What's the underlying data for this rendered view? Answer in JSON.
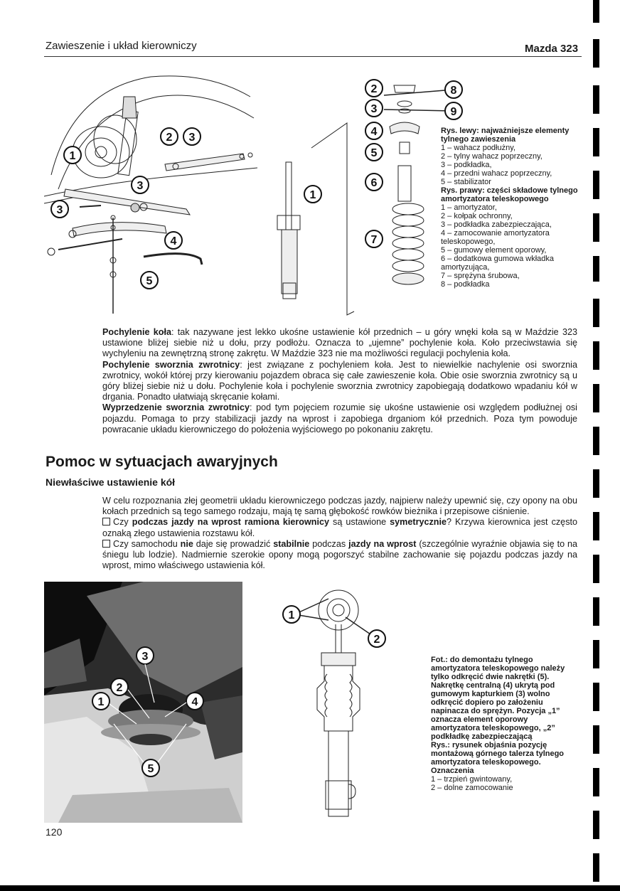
{
  "header": {
    "section": "Zawieszenie i układ kierowniczy",
    "model": "Mazda 323"
  },
  "fig_top_left": {
    "callouts": [
      "1",
      "2",
      "3",
      "3",
      "3",
      "4",
      "5"
    ]
  },
  "fig_top_right": {
    "callouts": [
      "1",
      "2",
      "3",
      "4",
      "5",
      "6",
      "7",
      "8",
      "9"
    ]
  },
  "caption_top": {
    "title_left": "Rys. lewy: najważniejsze elementy tylnego zawieszenia",
    "items_left": [
      "1 – wahacz podłużny,",
      "2 – tylny wahacz poprzeczny,",
      "3 – podkładka,",
      "4 – przedni wahacz poprzeczny,",
      "5 – stabilizator"
    ],
    "title_right": "Rys. prawy: części składowe tylnego amortyzatora teleskopowego",
    "items_right": [
      "1 – amortyzator,",
      "2 – kołpak ochronny,",
      "3 – podkładka zabezpieczająca,",
      "4 – zamocowanie amortyzatora teleskopowego,",
      "5 – gumowy element oporowy,",
      "6 – dodatkowa gumowa wkładka amortyzująca,",
      "7 – sprężyna śrubowa,",
      "8 – podkładka"
    ]
  },
  "paragraphs_1": {
    "p1_term": "Pochylenie koła",
    "p1_text": ": tak nazywane jest lekko ukośne ustawienie kół przednich – u góry wnęki koła są w Maździe 323 ustawione bliżej siebie niż u dołu, przy podłożu. Oznacza to „ujemne” pochylenie koła. Koło przeciwstawia się wychyleniu na zewnętrzną stronę zakrętu. W Maździe 323 nie ma możliwości regulacji pochylenia koła.",
    "p2_term": "Pochylenie sworznia zwrotnicy",
    "p2_text": ": jest związane z pochyleniem koła. Jest to niewielkie nachylenie osi sworznia zwrotnicy, wokół której przy kierowaniu pojazdem obraca się całe zawieszenie koła. Obie osie sworznia zwrotnicy są u góry bliżej siebie niż u dołu. Pochylenie koła i pochylenie sworznia zwrotnicy zapobiegają dodatkowo wpadaniu kół w drgania. Ponadto ułatwiają skręcanie kołami.",
    "p3_term": "Wyprzedzenie sworznia zwrotnicy",
    "p3_text": ": pod tym pojęciem rozumie się ukośne ustawienie osi względem podłużnej osi pojazdu. Pomaga to przy stabilizacji jazdy na wprost i zapobiega drganiom kół przednich. Poza tym powoduje powracanie układu kierowniczego do położenia wyjściowego po pokonaniu zakrętu."
  },
  "section": {
    "heading": "Pomoc w sytuacjach awaryjnych",
    "subheading": "Niewłaściwe ustawienie kół",
    "intro": "W celu rozpoznania złej geometrii układu kierowniczego podczas jazdy, najpierw należy upewnić się, czy opony na obu kołach przednich są tego samego rodzaju, mają tę samą głębokość rowków bieżnika i przepisowe ciśnienie.",
    "q1_a": "Czy ",
    "q1_b": "podczas jazdy na wprost ramiona kierownicy",
    "q1_c": " są ustawione ",
    "q1_d": "symetrycznie",
    "q1_e": "? Krzywa kierownica jest często oznaką złego ustawienia rozstawu kół.",
    "q2_a": "Czy samochodu ",
    "q2_b": "nie",
    "q2_c": " daje się prowadzić ",
    "q2_d": "stabilnie",
    "q2_e": " podczas ",
    "q2_f": "jazdy na wprost",
    "q2_g": " (szczególnie wyraźnie objawia się to na śniegu lub lodzie). Nadmiernie szerokie opony mogą pogorszyć stabilne zachowanie się pojazdu podczas jazdy na wprost, mimo właściwego ustawienia kół."
  },
  "fig_bottom_photo": {
    "callouts": [
      "1",
      "2",
      "3",
      "4",
      "5"
    ]
  },
  "fig_bottom_drawing": {
    "callouts": [
      "1",
      "2"
    ]
  },
  "caption_bottom": {
    "photo_text": "Fot.: do demontażu tylnego amortyzatora teleskopowego należy tylko odkręcić dwie nakrętki (5). Nakrętkę centralną (4) ukrytą pod gumowym kapturkiem (3) wolno odkręcić dopiero po założeniu napinacza do sprężyn. Pozycja „1” oznacza element oporowy amortyzatora teleskopowego, „2” podkładkę zabezpieczającą",
    "drawing_text": "Rys.: rysunek objaśnia pozycję montażową górnego talerza tylnego amortyzatora teleskopowego. Oznaczenia",
    "items": [
      "1 – trzpień gwintowany,",
      "2 – dolne zamocowanie"
    ]
  },
  "footer": {
    "page_number": "120"
  }
}
